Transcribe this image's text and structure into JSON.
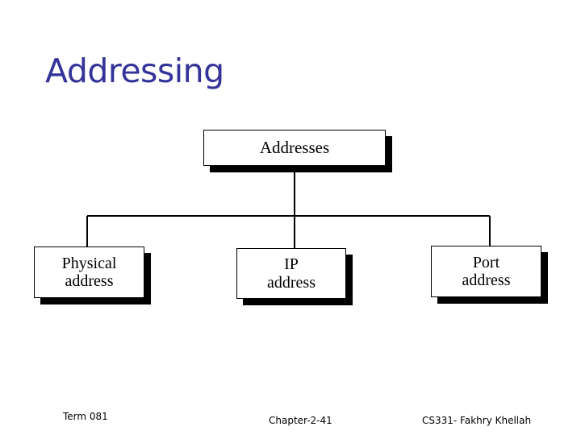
{
  "slide": {
    "title": "Addressing",
    "background_color": "#ffffff",
    "title_color": "#333399"
  },
  "diagram": {
    "type": "tree",
    "line_color": "#000000",
    "box_fill": "#ffffff",
    "box_border": "#000000",
    "shadow_color": "#000000",
    "root": {
      "label": "Addresses"
    },
    "children": [
      {
        "label": "Physical\naddress"
      },
      {
        "label": "IP\naddress"
      },
      {
        "label": "Port\naddress"
      }
    ]
  },
  "footer": {
    "left": "Term 081",
    "center": "Chapter-2-41",
    "right": "CS331- Fakhry Khellah"
  }
}
